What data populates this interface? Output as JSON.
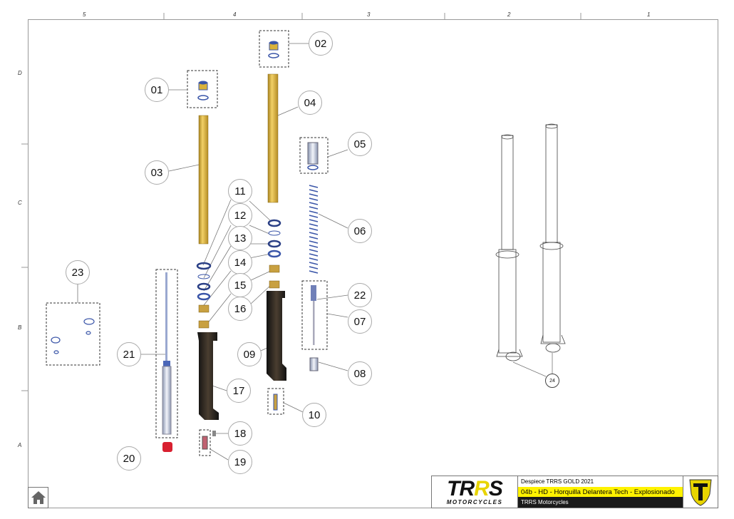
{
  "grid": {
    "columns": [
      "5",
      "4",
      "3",
      "2",
      "1"
    ],
    "rows": [
      "D",
      "C",
      "B",
      "A"
    ]
  },
  "callouts": [
    "01",
    "02",
    "03",
    "04",
    "05",
    "06",
    "07",
    "08",
    "09",
    "10",
    "11",
    "12",
    "13",
    "14",
    "15",
    "16",
    "17",
    "18",
    "19",
    "20",
    "21",
    "22",
    "23",
    "24"
  ],
  "title_block": {
    "logo_main_1": "TR",
    "logo_main_r": "R",
    "logo_main_2": "S",
    "logo_sub": "MOTORCYCLES",
    "line1": "Despiece TRRS GOLD 2021",
    "line2": "04b - HD - Horquilla Delantera Tech - Explosionado",
    "line3": "TRRS Motorcycles"
  },
  "colors": {
    "gold": "#d9b23a",
    "blue": "#3a55a8",
    "black": "#1e1a16",
    "yellow": "#fff200"
  },
  "nav": {
    "home_icon": "home-icon"
  }
}
